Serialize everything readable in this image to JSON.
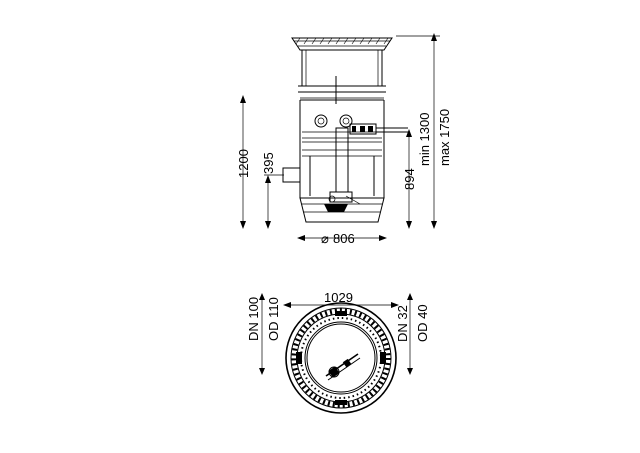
{
  "side_view": {
    "dim_height": "1200",
    "dim_inlet": "395",
    "dim_outlet": "894",
    "dim_min": "min 1300",
    "dim_max": "max 1750",
    "dim_diameter": "806",
    "diameter_symbol": "⌀"
  },
  "top_view": {
    "dim_width": "1029",
    "inlet_dn": "DN 100",
    "inlet_od": "OD 110",
    "outlet_dn": "DN 32",
    "outlet_od": "OD 40"
  },
  "colors": {
    "line": "#000000",
    "background": "#ffffff"
  }
}
